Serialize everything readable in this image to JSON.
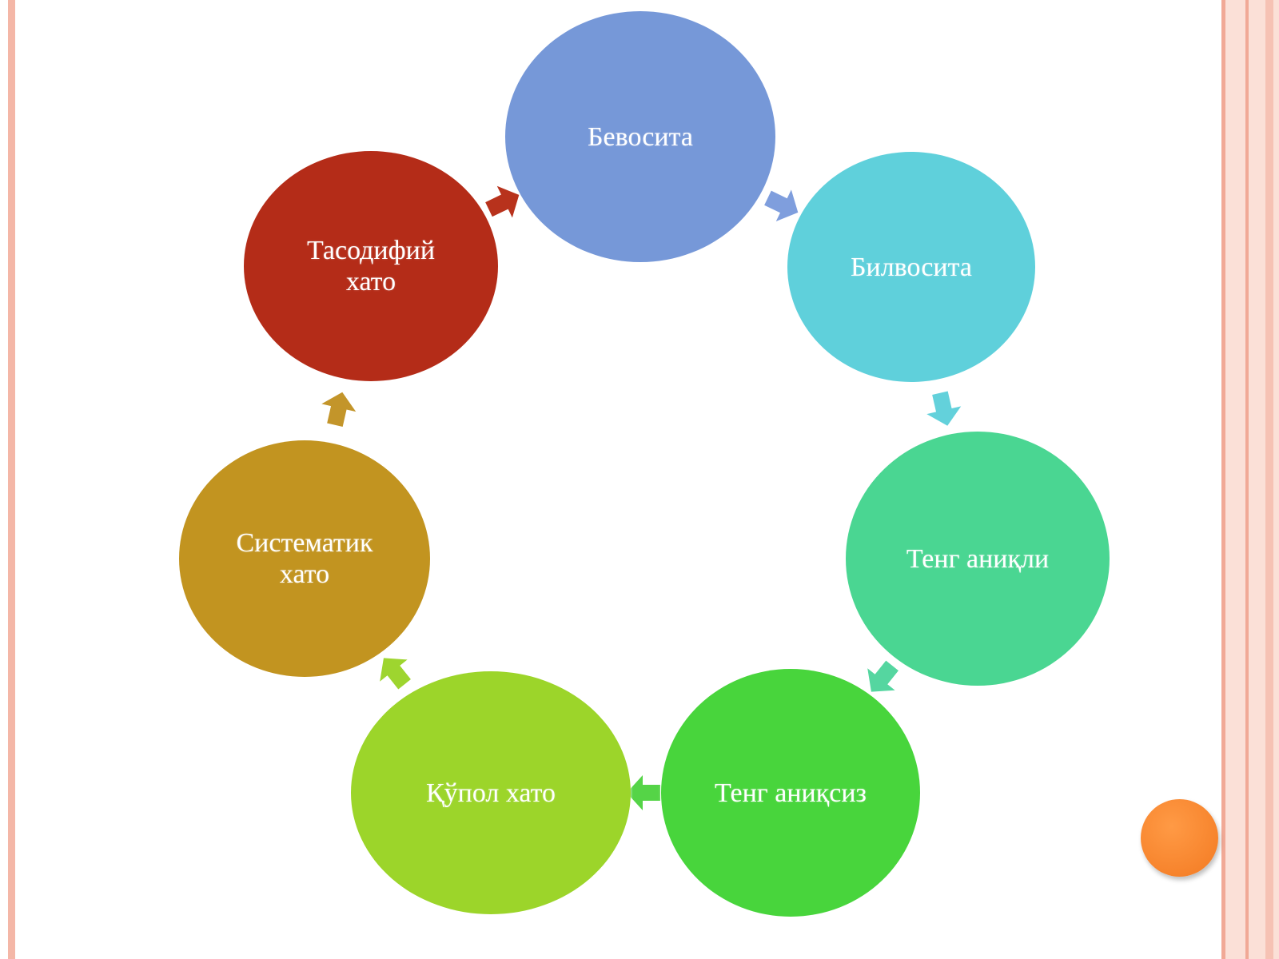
{
  "diagram": {
    "nodes": [
      {
        "id": "bevosita",
        "label": "Бевосита",
        "color": "#7698d8"
      },
      {
        "id": "bilvosita",
        "label": "Билвосита",
        "color": "#5fd0db"
      },
      {
        "id": "teng-aniqli",
        "label": "Тенг аниқли",
        "color": "#4ad692"
      },
      {
        "id": "teng-aniqsiz",
        "label": "Тенг аниқсиз",
        "color": "#48d53c"
      },
      {
        "id": "qupol-xato",
        "label": "Қўпол хато",
        "color": "#9cd52a"
      },
      {
        "id": "sistematik-xato",
        "label": "Систематик\nхато",
        "color": "#c29420"
      },
      {
        "id": "tasodifiy-xato",
        "label": "Тасодифий\nхато",
        "color": "#b42c18"
      }
    ],
    "arrows": [
      {
        "from": "bevosita",
        "to": "bilvosita",
        "color": "#7f9edd"
      },
      {
        "from": "bilvosita",
        "to": "teng-aniqli",
        "color": "#63d1db"
      },
      {
        "from": "teng-aniqli",
        "to": "teng-aniqsiz",
        "color": "#55d6a0"
      },
      {
        "from": "teng-aniqsiz",
        "to": "qupol-xato",
        "color": "#55d447"
      },
      {
        "from": "qupol-xato",
        "to": "sistematik-xato",
        "color": "#9ed52f"
      },
      {
        "from": "sistematik-xato",
        "to": "tasodifiy-xato",
        "color": "#c3952a"
      },
      {
        "from": "tasodifiy-xato",
        "to": "bevosita",
        "color": "#b8321c"
      }
    ]
  },
  "decor": {
    "frame_color": "#f4b7a7",
    "dot_color": "#f37a22"
  }
}
